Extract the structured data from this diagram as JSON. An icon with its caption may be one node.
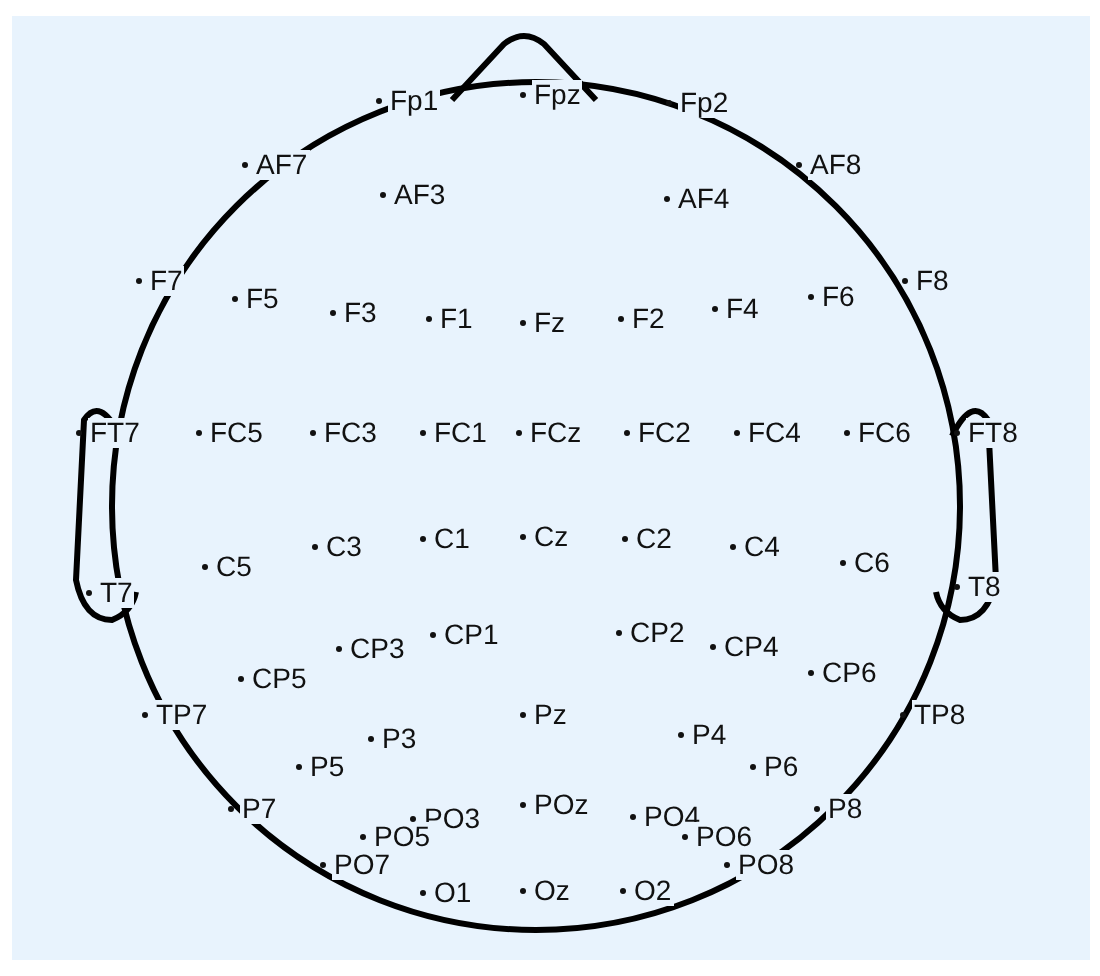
{
  "diagram": {
    "labels": [
      "Fp1",
      "Fpz",
      "Fp2",
      "AF7",
      "AF3",
      "AF4",
      "AF8",
      "F7",
      "F5",
      "F3",
      "F1",
      "Fz",
      "F2",
      "F4",
      "F6",
      "F8",
      "FT7",
      "FC5",
      "FC3",
      "FC1",
      "FCz",
      "FC2",
      "FC4",
      "FC6",
      "FT8",
      "T7",
      "C5",
      "C3",
      "C1",
      "Cz",
      "C2",
      "C4",
      "C6",
      "T8",
      "CP5",
      "CP3",
      "CP1",
      "CP2",
      "CP4",
      "CP6",
      "TP7",
      "TP8",
      "P3",
      "Pz",
      "P4",
      "P5",
      "P6",
      "P7",
      "PO3",
      "POz",
      "PO4",
      "P8",
      "PO5",
      "PO6",
      "PO7",
      "PO8",
      "O1",
      "Oz",
      "O2"
    ]
  }
}
